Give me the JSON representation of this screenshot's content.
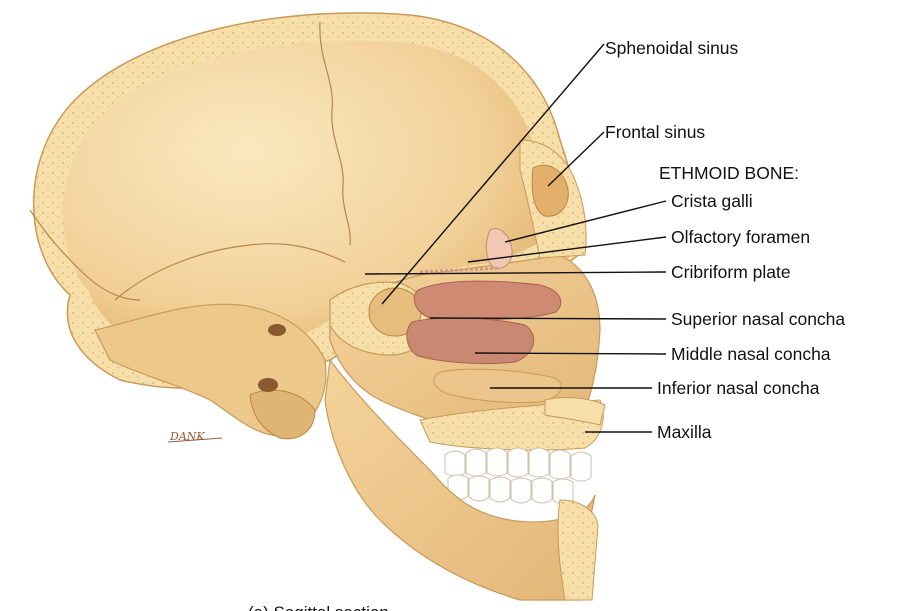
{
  "figure": {
    "caption": "(a) Sagittal section",
    "artist_signature": "DANK",
    "structures": [
      {
        "id": "sphenoidal-sinus",
        "label": "Sphenoidal sinus"
      },
      {
        "id": "frontal-sinus",
        "label": "Frontal sinus"
      },
      {
        "id": "crista-galli",
        "label": "Crista galli"
      },
      {
        "id": "olfactory-foramen",
        "label": "Olfactory foramen"
      },
      {
        "id": "cribriform-plate",
        "label": "Cribriform plate"
      },
      {
        "id": "superior-nasal-concha",
        "label": "Superior nasal concha"
      },
      {
        "id": "middle-nasal-concha",
        "label": "Middle nasal concha"
      },
      {
        "id": "inferior-nasal-concha",
        "label": "Inferior nasal concha"
      },
      {
        "id": "maxilla",
        "label": "Maxilla"
      }
    ],
    "group_heading": "ETHMOID BONE:",
    "colors": {
      "bone": "#f3d59c",
      "bone_light": "#f8e6bd",
      "bone_shadow": "#d8a963",
      "marrow": "#efd08a",
      "conchae": "#c98872",
      "conchae_dark": "#a9624f",
      "teeth": "#ffffff",
      "leader": "#111111"
    }
  }
}
